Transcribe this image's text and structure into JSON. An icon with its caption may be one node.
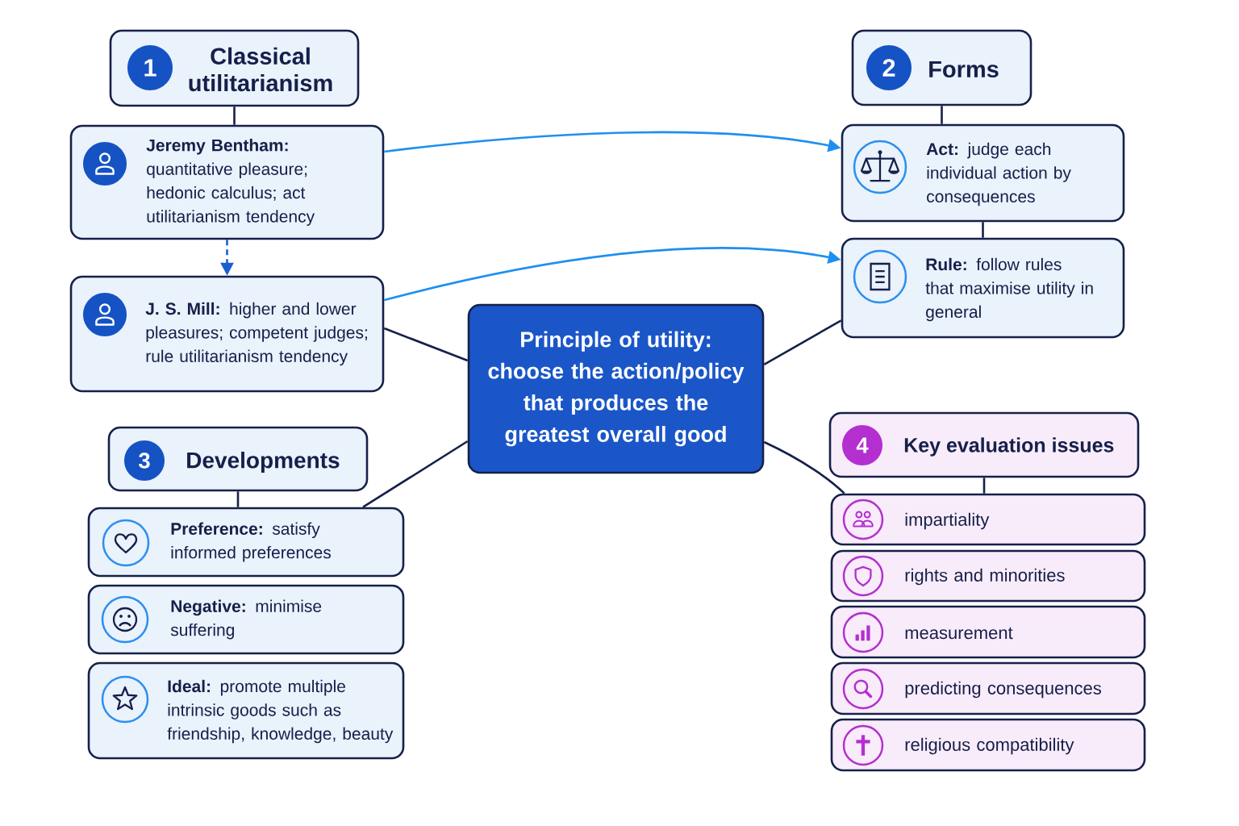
{
  "diagram": {
    "nodes": [
      {
        "text": [
          "1",
          "Classical utilitarianism"
        ]
      },
      {
        "text": [
          "**Jeremy Bentham:** quantitative pleasure; hedonic calculus; act utilitarianism tendency"
        ]
      },
      {
        "text": [
          "**J. S. Mill:** higher and lower pleasures; competent judges; rule utilitarianism tendency"
        ]
      },
      {
        "text": [
          "2",
          "Forms"
        ]
      },
      {
        "text": [
          "**Act:** judge each individual action by consequences"
        ]
      },
      {
        "text": [
          "**Rule:** follow rules that maximise utility in general"
        ]
      },
      {
        "text": [
          "Principle of utility: choose the action/policy that produces the greatest overall good"
        ]
      },
      {
        "text": [
          "3",
          "Developments"
        ]
      },
      {
        "text": [
          "**Preference:** satisfy informed preferences"
        ]
      },
      {
        "text": [
          "**Negative:** minimise suffering"
        ]
      },
      {
        "text": [
          "**Ideal:** promote multiple intrinsic goods such as friendship, knowledge, beauty"
        ]
      },
      {
        "text": [
          "4",
          "Key evaluation issues"
        ]
      },
      {
        "text": [
          "impartiality"
        ]
      },
      {
        "text": [
          "rights and minorities"
        ]
      },
      {
        "text": [
          "measurement"
        ]
      },
      {
        "text": [
          "predicting consequences"
        ]
      },
      {
        "text": [
          "religious compatibility"
        ]
      }
    ],
    "edges": [
      {
        "from": 0,
        "to": 1,
        "arrow": "none"
      },
      {
        "from": 1,
        "to": 2,
        "arrow": "to",
        "style": "dashed",
        "color": "#1a5fd0"
      },
      {
        "from": 1,
        "to": 4,
        "arrow": "to",
        "color": "#1e8ff0"
      },
      {
        "from": 2,
        "to": 5,
        "arrow": "to",
        "color": "#1e8ff0"
      },
      {
        "from": 3,
        "to": 4,
        "arrow": "none"
      },
      {
        "from": 4,
        "to": 5,
        "arrow": "none"
      },
      {
        "from": 2,
        "to": 6,
        "arrow": "none"
      },
      {
        "from": 6,
        "to": 5,
        "arrow": "none"
      },
      {
        "from": 7,
        "to": 8,
        "arrow": "none"
      },
      {
        "from": 6,
        "to": 8,
        "arrow": "none"
      },
      {
        "from": 11,
        "to": 12,
        "arrow": "none"
      },
      {
        "from": 6,
        "to": 12,
        "arrow": "none"
      }
    ]
  }
}
